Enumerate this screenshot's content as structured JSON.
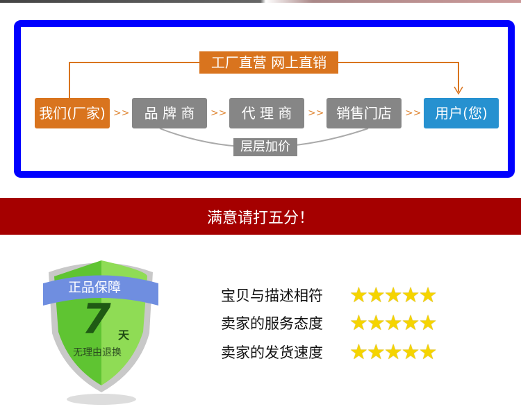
{
  "flow": {
    "direct_label": "工厂直营 网上直销",
    "markup_label": "层层加价",
    "nodes": [
      "我们(厂家)",
      "品 牌 商",
      "代 理 商",
      "销售门店",
      "用户(您)"
    ],
    "colors": {
      "factory": "#d9741e",
      "middle": "#868686",
      "user": "#2691d0",
      "frame": "#0000ff"
    }
  },
  "banner": {
    "text": "满意请打五分！",
    "color": "#a50000"
  },
  "badge": {
    "title": "正品保障",
    "days": "7",
    "unit": "天",
    "subtitle": "无理由退换"
  },
  "ratings": [
    {
      "label": "宝贝与描述相符",
      "stars": 5,
      "max": 5
    },
    {
      "label": "卖家的服务态度",
      "stars": 5,
      "max": 5
    },
    {
      "label": "卖家的发货速度",
      "stars": 5,
      "max": 5
    }
  ]
}
